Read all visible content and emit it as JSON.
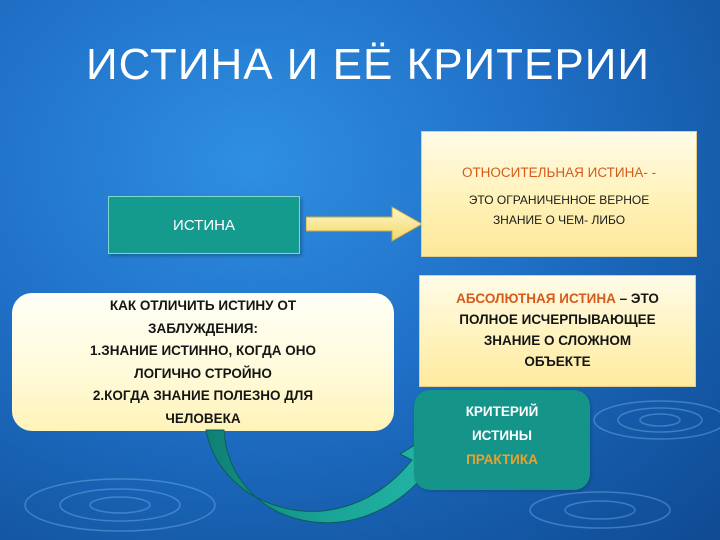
{
  "slide": {
    "title": "ИСТИНА И ЕЁ КРИТЕРИИ"
  },
  "truth_box": {
    "label": "ИСТИНА"
  },
  "relative_box": {
    "heading": "ОТНОСИТЕЛЬНАЯ  ИСТИНА- -",
    "lines": [
      "ЭТО ОГРАНИЧЕННОЕ ВЕРНОЕ",
      "ЗНАНИЕ О ЧЕМ- ЛИБО"
    ]
  },
  "absolute_box": {
    "heading": "АБСОЛЮТНАЯ ИСТИНА",
    "heading_rest": " – ЭТО",
    "lines": [
      "ПОЛНОЕ ИСЧЕРПЫВАЮЩЕЕ",
      "ЗНАНИЕ О СЛОЖНОМ",
      "ОБЪЕКТЕ"
    ]
  },
  "distinguish_box": {
    "lines": [
      "КАК ОТЛИЧИТЬ ИСТИНУ ОТ",
      "ЗАБЛУЖДЕНИЯ:",
      "1.ЗНАНИЕ ИСТИННО, КОГДА ОНО",
      "ЛОГИЧНО СТРОЙНО",
      "2.КОГДА ЗНАНИЕ ПОЛЕЗНО ДЛЯ",
      "ЧЕЛОВЕКА"
    ]
  },
  "criterion_box": {
    "lines": [
      "КРИТЕРИЙ",
      "ИСТИНЫ"
    ],
    "highlight": "ПРАКТИКА"
  },
  "colors": {
    "background": "#1f6fc6",
    "teal": "#159b8e",
    "accent_orange": "#d45b1c",
    "practice_orange": "#f0a028",
    "box_yellow": "#fff2b8"
  },
  "icons": [
    "right-arrow-icon",
    "curved-arrow-icon"
  ]
}
